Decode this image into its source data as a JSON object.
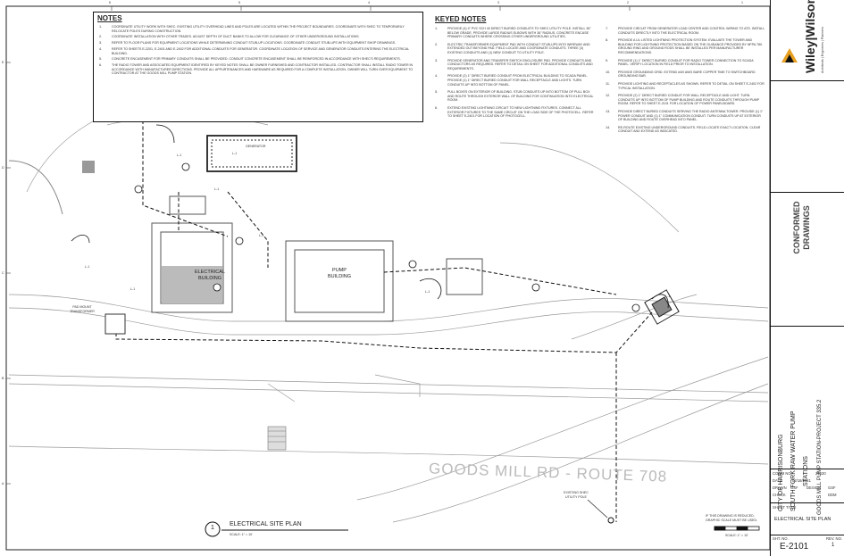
{
  "notes": {
    "title": "NOTES",
    "items": [
      {
        "n": "1.",
        "text": "COORDINATE UTILITY WORK WITH SHEC. EXISTING UTILITY OVERHEAD LINES AND POLES ARE LOCATED WITHIN THE PROJECT BOUNDARIES. COORDINATE WITH SHEC TO TEMPORARILY RELOCATE POLES DURING CONSTRUCTION."
      },
      {
        "n": "2.",
        "text": "COORDINATE INSTALLATION WITH OTHER TRADES. ADJUST DEPTH OF DUCT BANKS TO ALLOW FOR CLEARANCE OF OTHER UNDERGROUND INSTALLATIONS."
      },
      {
        "n": "3.",
        "text": "REFER TO FLOOR PLANS FOR EQUIPMENT LOCATIONS WHILE DETERMINING CONDUIT STUB-UP LOCATIONS. COORDINATE CONDUIT STUB-UPS WITH EQUIPMENT SHOP DRAWINGS."
      },
      {
        "n": "4.",
        "text": "REFER TO SHEETS E-2201, E-2401 AND E-2402 FOR ADDITIONAL CONDUITS FOR GENERATOR. COORDINATE LOCATION OF SERVICE AND GENERATOR CONDUITS ENTERING THE ELECTRICAL BUILDING."
      },
      {
        "n": "5.",
        "text": "CONCRETE ENCASEMENT FOR PRIMARY CONDUITS SHALL BE PROVIDED. CONDUIT CONCRETE ENCASEMENT SHALL BE REINFORCED IN ACCORDANCE WITH SHEC'S REQUIREMENTS."
      },
      {
        "n": "6.",
        "text": "THE RADIO TOWER AND ASSOCIATED EQUIPMENT IDENTIFIED BY KEYED NOTES SHALL BE OWNER FURNISHED AND CONTRACTOR INSTALLED. CONTRACTOR SHALL INSTALL RADIO TOWER IN ACCORDANCE WITH MANUFACTURER DIRECTIONS. PROVIDE ALL APPURTENANCES AND HARDWARE AS REQUIRED FOR A COMPLETE INSTALLATION. OWNER WILL TURN OVER EQUIPMENT TO CONTRACTOR AT THE GOODS MILL PUMP STATION."
      }
    ]
  },
  "keyed_notes": {
    "title": "KEYED NOTES",
    "col1": [
      {
        "n": "1.",
        "text": "PROVIDE (4) 4\" PVC SCH 40 DIRECT BURIED CONDUITS TO SHEC UTILITY POLE. INSTALL 36\" BELOW GRADE. PROVIDE LARGE RADIUS ELBOWS WITH 36\" RADIUS. CONCRETE ENCASE PRIMARY CONDUITS WHERE CROSSING OTHER UNDERGROUND UTILITIES."
      },
      {
        "n": "2.",
        "text": "ELECTRIC TRANSFORMER EQUIPMENT PAD WITH CONDUIT STUB-UPS INTO WIREWAY AND EXTENDED OUT BEYOND PAD. FIELD LOCATE AND COORDINATE CONDUITS. THREE (3) EXISTING CONDUITS AND (1) NEW CONDUIT TO UTILITY POLE."
      },
      {
        "n": "3.",
        "text": "PROVIDE GENERATOR AND TRANSFER SWITCH ENCLOSURE PAD. PROVIDE CONDUITS AND CONDUCTORS AS REQUIRED. REFER TO DETAIL ON SHEET FOR ADDITIONAL CONDUITS AND REQUIREMENTS."
      },
      {
        "n": "4.",
        "text": "PROVIDE (2) 1\" DIRECT BURIED CONDUIT FROM ELECTRICAL BUILDING TO SCADA PANEL. PROVIDE (1) 1\" DIRECT BURIED CONDUIT FOR WALL RECEPTACLE AND LIGHTS. TURN CONDUITS UP INTO BOTTOM OF PANEL."
      },
      {
        "n": "5.",
        "text": "PULL BOXES ON EXTERIOR OF BUILDING. STUB CONDUITS UP INTO BOTTOM OF PULL BOX AND ROUTE THROUGH EXTERIOR WALL OF BUILDING FOR CONTINUATION INTO ELECTRICAL ROOM."
      },
      {
        "n": "6.",
        "text": "EXTEND EXISTING LIGHTNING CIRCUIT TO NEW LIGHTNING FIXTURES. CONNECT ALL EXTERIOR FIXTURES TO THE SAME CIRCUIT ON THE LOAD SIDE OF THE PHOTOCELL. REFER TO SHEET E-2401 FOR LOCATION OF PHOTOCELL."
      }
    ],
    "col2": [
      {
        "n": "7.",
        "text": "PROVIDE CIRCUIT FROM GENERATOR LOAD CENTER AND CONTROL WIRING TO ATS. INSTALL CONDUITS DIRECTLY INTO THE ELECTRICAL ROOM."
      },
      {
        "n": "8.",
        "text": "PROVIDE A UL LISTED LIGHTNING PROTECTION SYSTEM. EVALUATE THE TOWER AND BUILDING FOR LIGHTNING PROTECTION BASED ON THE GUIDANCE PROVIDED BY NFPA 780. GROUND RING AND GROUND RODS SHALL BE INSTALLED PER MANUFACTURER RECOMMENDATIONS."
      },
      {
        "n": "9.",
        "text": "PROVIDE (1) 1\" DIRECT BURIED CONDUIT FOR RADIO TOWER CONNECTION TO SCADA PANEL. VERIFY LOCATION IN FIELD PRIOR TO INSTALLATION."
      },
      {
        "n": "10.",
        "text": "PROVIDE GROUNDING GRID. EXTEND #4/0 AWG BARE COPPER TIME TO SWITCHBOARD GROUNDING BAR."
      },
      {
        "n": "11.",
        "text": "PROVIDE LIGHTING AND RECEPTACLES AS SHOWN. REFER TO DETAIL ON SHEET E-2402 FOR TYPICAL INSTALLATION."
      },
      {
        "n": "12.",
        "text": "PROVIDE (2) 1\" DIRECT BURIED CONDUIT FOR WALL RECEPTACLE AND LIGHT. TURN CONDUITS UP INTO BOTTOM OF PUMP BUILDING AND ROUTE CONDUITS THROUGH PUMP ROOM. REFER TO SHEET E-2101 FOR LOCATION OF POWER PANELBOARD."
      },
      {
        "n": "13.",
        "text": "PROVIDE DIRECT BURIED CONDUITS SERVING THE RADIO ANTENNA TOWER. PROVIDE (1) 1\" POWER CONDUIT AND (1) 1\" COMMUNICATION CONDUIT. TURN CONDUITS UP AT EXTERIOR OF BUILDING AND ROUTE OVERHEAD INTO PANEL."
      },
      {
        "n": "14.",
        "text": "RE-ROUTE EXISTING UNDERGROUND CONDUITS. FIELD LOCATE EXACT LOCATION. CLEAR CONDUIT AND EXTEND AS INDICATED."
      }
    ]
  },
  "plan": {
    "electrical_building": "ELECTRICAL BUILDING",
    "pump_building": "PUMP BUILDING",
    "generator": "GENERATOR",
    "pad_mount_transformer": "PAD MOUNT TRANSFORMER",
    "existing_utility_pole": "EXISTING SHEC UTILITY POLE",
    "road": "GOODS MILL RD - ROUTE 708",
    "tags": [
      "L-1",
      "L-1",
      "L-1",
      "L-1",
      "L-1",
      "L-1",
      "L-1",
      "L-1"
    ]
  },
  "drawing_title": {
    "number": "1",
    "title": "ELECTRICAL SITE PLAN",
    "scale": "SCALE: 1\" = 10'"
  },
  "reduced_note": "IF THIS DRAWING IS REDUCED, GRAPHIC SCALE MUST BE USED.",
  "graphic_scale": "SCALE: 1\" = 10'",
  "title_block": {
    "firm": "Wiley|Wilson",
    "firm_sub": "Architects | Engineers | Planners",
    "stamp": "CONFORMED DRAWINGS",
    "project_line1": "CITY OF HARRISONBURG",
    "project_line2": "SOUTH FORK RAW WATER PUMP",
    "project_line3": "STATIONS",
    "project_line4": "GOODS MILL PUMP STATION-PROJECT 335.2",
    "comm_label": "COMM NO.",
    "comm_value": "21630",
    "date_label": "DATE",
    "date_value": "02/18/2021",
    "drawn_label": "DRAWN",
    "drawn_value": "GSF",
    "design_label": "DESIGN",
    "design_value": "GSF",
    "check_label": "CHECK",
    "check_value": "DDM",
    "sheet_title_label": "SHEET TITLE",
    "sheet_title": "ELECTRICAL SITE PLAN",
    "sht_no_label": "SHT. NO.",
    "sht_no": "E-2101",
    "rev_label": "REV. NO.",
    "rev_no": "1"
  },
  "grid": {
    "cols": [
      "6",
      "5",
      "4",
      "3",
      "2",
      "1"
    ],
    "rows": [
      "E",
      "D",
      "C",
      "B",
      "A"
    ]
  }
}
